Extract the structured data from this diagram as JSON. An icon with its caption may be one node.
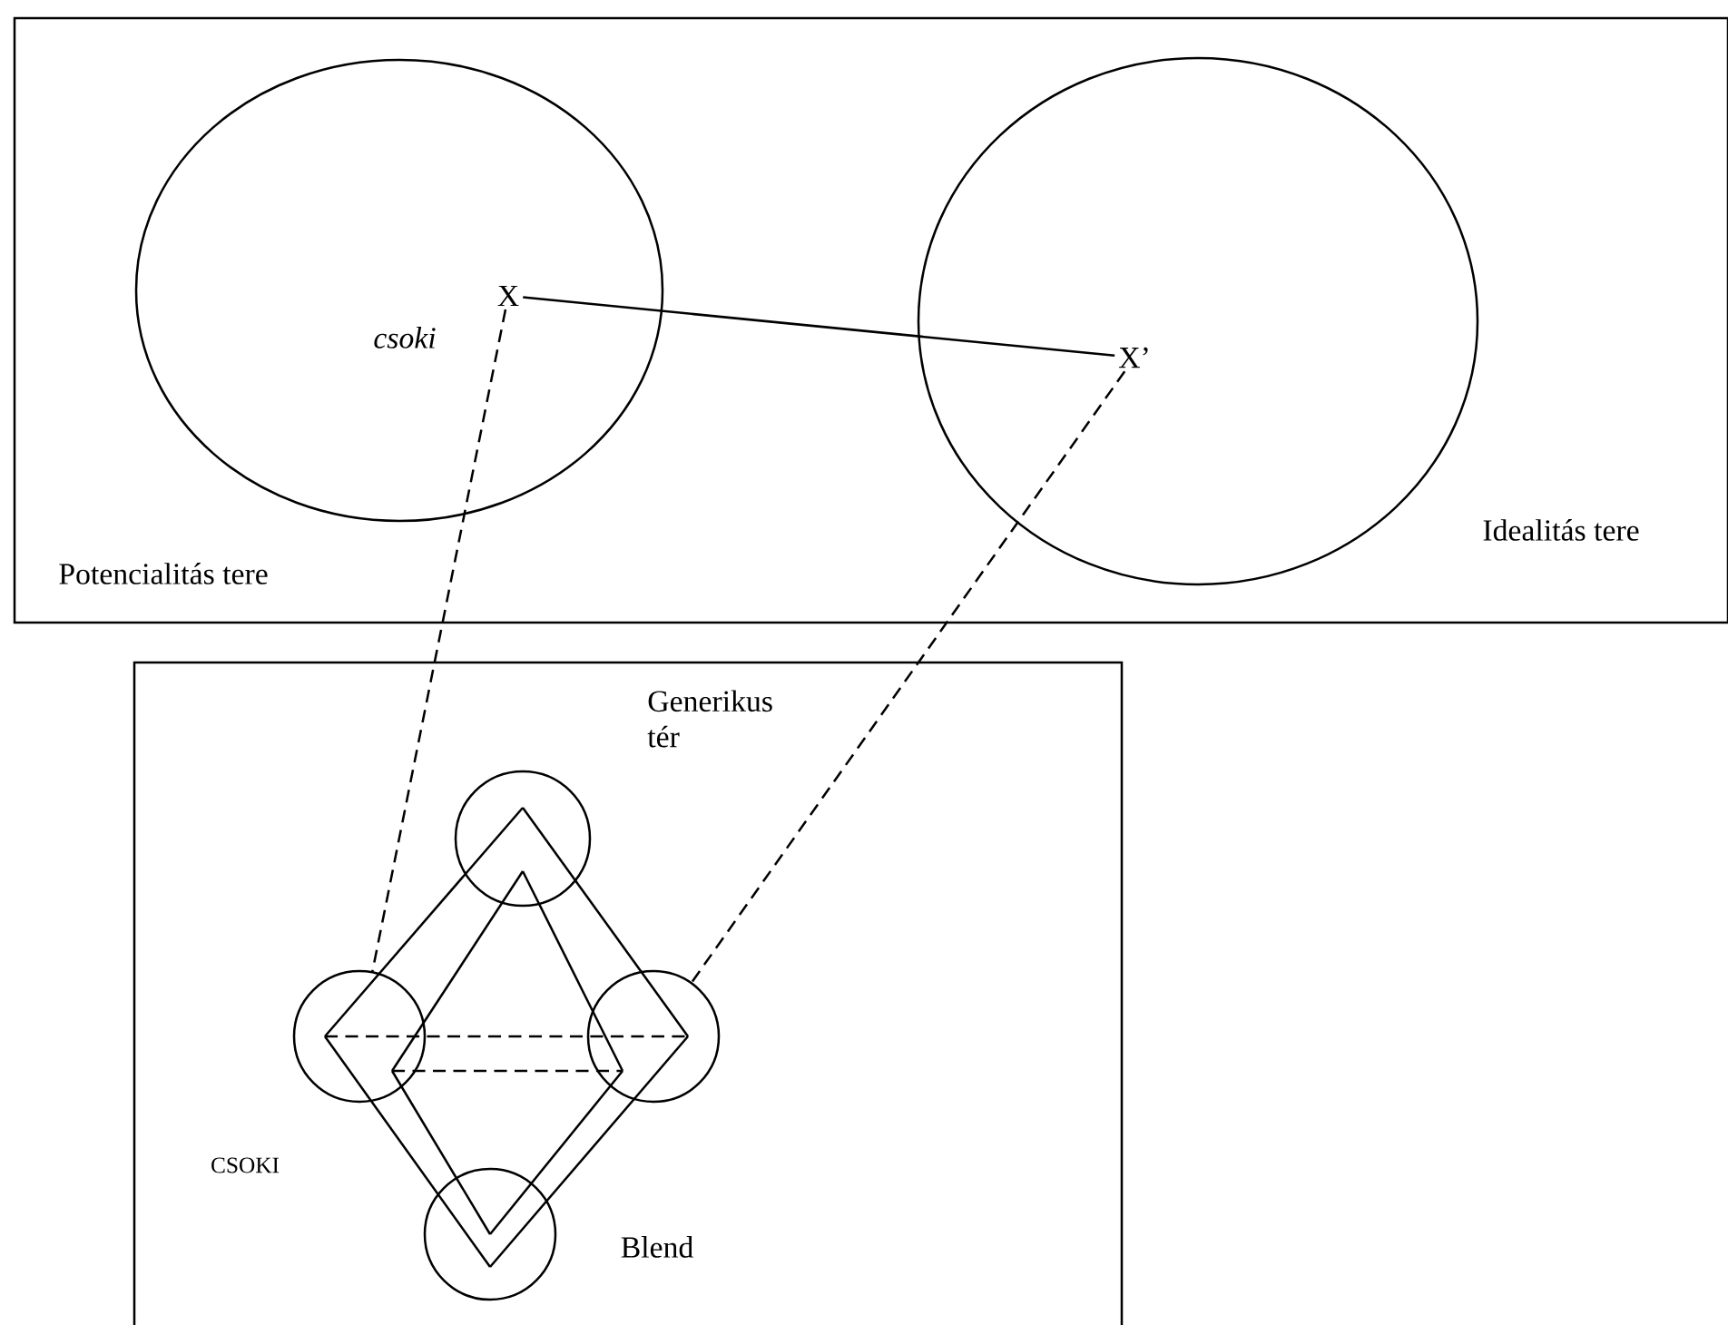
{
  "diagram": {
    "nodes": [
      {
        "text": [],
        "shape": "box"
      },
      {
        "text": [
          "csoki"
        ],
        "beside": [
          "Potencialitás tere"
        ],
        "in": 0
      },
      {
        "text": [],
        "shape": "circle",
        "beside": [
          "Idealitás tere"
        ],
        "in": 0
      },
      {
        "text": [
          "X"
        ],
        "in": 1
      },
      {
        "text": [
          "X’"
        ],
        "in": 2
      },
      {
        "text": [],
        "shape": "box"
      },
      {
        "text": [],
        "shape": "circle",
        "beside": [
          "Generikus tér"
        ],
        "in": 5
      },
      {
        "text": [],
        "shape": "circle",
        "beside": [
          "CSOKI"
        ],
        "in": 5
      },
      {
        "text": [],
        "shape": "circle",
        "in": 5
      },
      {
        "text": [],
        "shape": "circle",
        "beside": [
          "Blend"
        ],
        "in": 5
      }
    ],
    "edges": [
      {
        "from": 3,
        "to": 4,
        "arrow": "none"
      },
      {
        "from": 3,
        "to": 7,
        "arrow": "none",
        "style": "dashed"
      },
      {
        "from": 4,
        "to": 8,
        "arrow": "none",
        "style": "dashed"
      },
      {
        "from": 6,
        "to": 8,
        "arrow": "none"
      },
      {
        "from": 8,
        "to": 9,
        "arrow": "none"
      },
      {
        "from": 9,
        "to": 7,
        "arrow": "none"
      },
      {
        "from": 7,
        "to": 6,
        "arrow": "none"
      },
      {
        "from": 7,
        "to": 8,
        "arrow": "none",
        "style": "dashed"
      },
      {
        "from": 6,
        "to": 8,
        "arrow": "none"
      },
      {
        "from": 8,
        "to": 9,
        "arrow": "none"
      },
      {
        "from": 9,
        "to": 7,
        "arrow": "none"
      },
      {
        "from": 7,
        "to": 6,
        "arrow": "none"
      },
      {
        "from": 7,
        "to": 8,
        "arrow": "none",
        "style": "dashed"
      }
    ]
  }
}
